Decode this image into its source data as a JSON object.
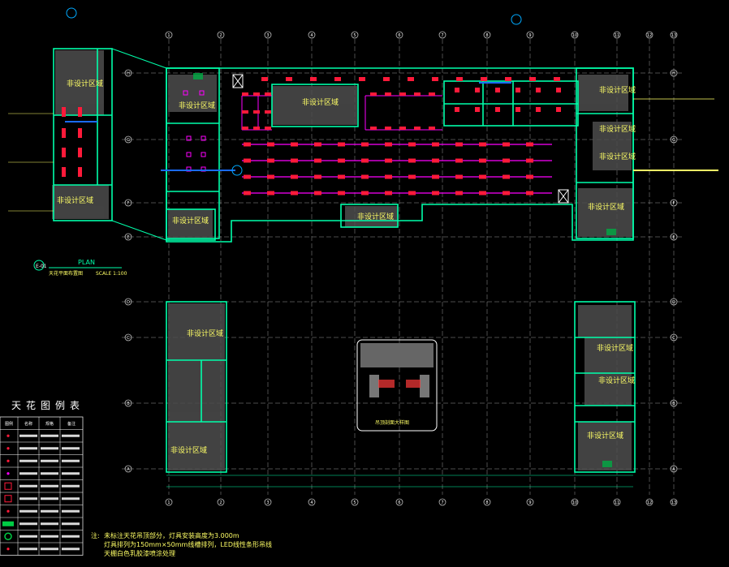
{
  "drawing": {
    "zone_label": "非设计区域",
    "plan_title": "PLAN",
    "plan_scale": "SCALE 1:100",
    "plan_caption": "天花平面布置图",
    "ref_sheet": "E-01",
    "detail_title": "吊顶剖面大样图"
  },
  "grid": {
    "columns": [
      "1",
      "2",
      "3",
      "4",
      "5",
      "6",
      "7",
      "8",
      "9",
      "10",
      "11",
      "12",
      "13"
    ],
    "rows": [
      "A",
      "B",
      "C",
      "D",
      "E",
      "F",
      "G",
      "H"
    ]
  },
  "legend": {
    "title": "天花图例表",
    "headers": [
      "图例",
      "名称",
      "规格",
      "备注"
    ],
    "rows": [
      {
        "symbol": "square-light-icon"
      },
      {
        "symbol": "downlight-icon"
      },
      {
        "symbol": "spotlight-icon"
      },
      {
        "symbol": "linear-light-icon"
      },
      {
        "symbol": "exhaust-fan-icon"
      },
      {
        "symbol": "air-vent-icon"
      },
      {
        "symbol": "return-vent-icon"
      },
      {
        "symbol": "green-panel-icon"
      },
      {
        "symbol": "sensor-ring-icon"
      },
      {
        "symbol": "plain-icon"
      }
    ]
  },
  "notes": {
    "label": "注:",
    "line1": "未标注天花吊顶部分，灯具安装高度为3.000m",
    "line2": "灯具排列为150mm×50mm线槽排列，LED线性条形吊线",
    "line3": "天棚白色乳胶漆喷涂处理"
  },
  "colors": {
    "wall": "#00ffaa",
    "grid": "#bfbfbf",
    "light_red": "#ff1a3a",
    "light_magenta": "#ff00ff",
    "dim_yellow": "#ffff66",
    "shade": "#4d4d4d",
    "blue": "#1a6bff"
  }
}
